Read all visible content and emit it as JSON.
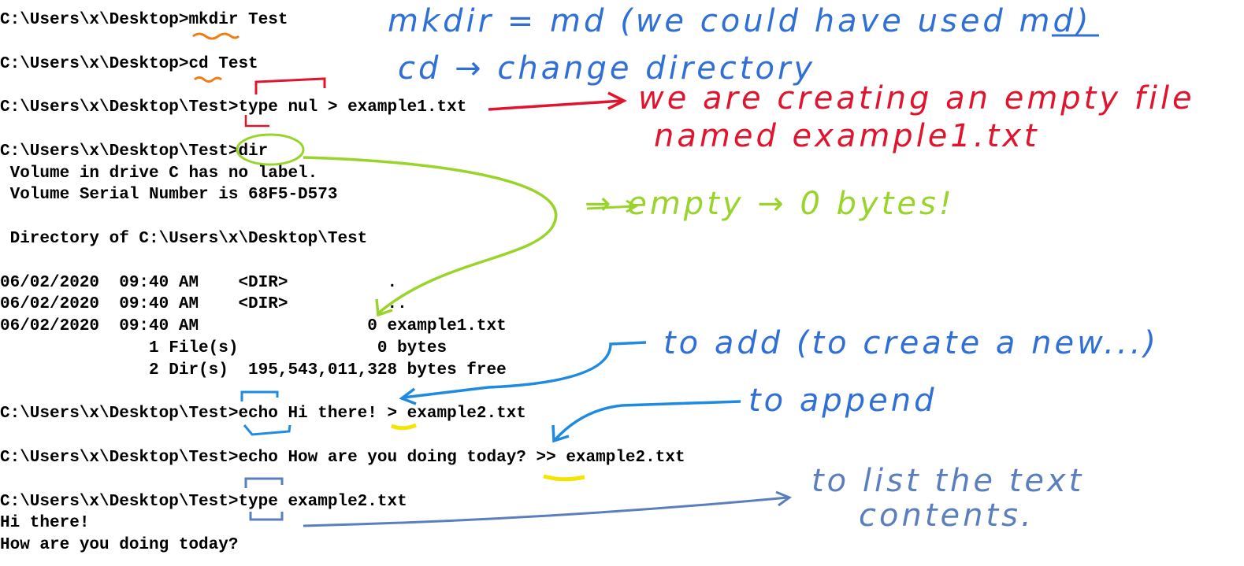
{
  "console": {
    "lines": [
      "C:\\Users\\x\\Desktop>mkdir Test",
      "",
      "C:\\Users\\x\\Desktop>cd Test",
      "",
      "C:\\Users\\x\\Desktop\\Test>type nul > example1.txt",
      "",
      "C:\\Users\\x\\Desktop\\Test>dir",
      " Volume in drive C has no label.",
      " Volume Serial Number is 68F5-D573",
      "",
      " Directory of C:\\Users\\x\\Desktop\\Test",
      "",
      "06/02/2020  09:40 AM    <DIR>          .",
      "06/02/2020  09:40 AM    <DIR>          ..",
      "06/02/2020  09:40 AM                 0 example1.txt",
      "               1 File(s)              0 bytes",
      "               2 Dir(s)  195,543,011,328 bytes free",
      "",
      "C:\\Users\\x\\Desktop\\Test>echo Hi there! > example2.txt",
      "",
      "C:\\Users\\x\\Desktop\\Test>echo How are you doing today? >> example2.txt",
      "",
      "C:\\Users\\x\\Desktop\\Test>type example2.txt",
      "Hi there!",
      "How are you doing today?"
    ]
  },
  "annotations": {
    "mkdir_note": "mkdir = md (we could have used md)",
    "cd_note": "cd → change directory",
    "type_nul_note_1": "we are creating an empty file",
    "type_nul_note_2": "named example1.txt",
    "empty_note": "→ empty → 0 bytes!",
    "add_note": "to add (to create a new...)",
    "append_note": "to append",
    "type_note_1": "to list the text",
    "type_note_2": "contents."
  },
  "colors": {
    "blue": "#2F6FD6",
    "red": "#E0142E",
    "green": "#98D42A",
    "orange": "#F07D12",
    "yellow": "#F4E400",
    "slate": "#5B7FBE"
  }
}
